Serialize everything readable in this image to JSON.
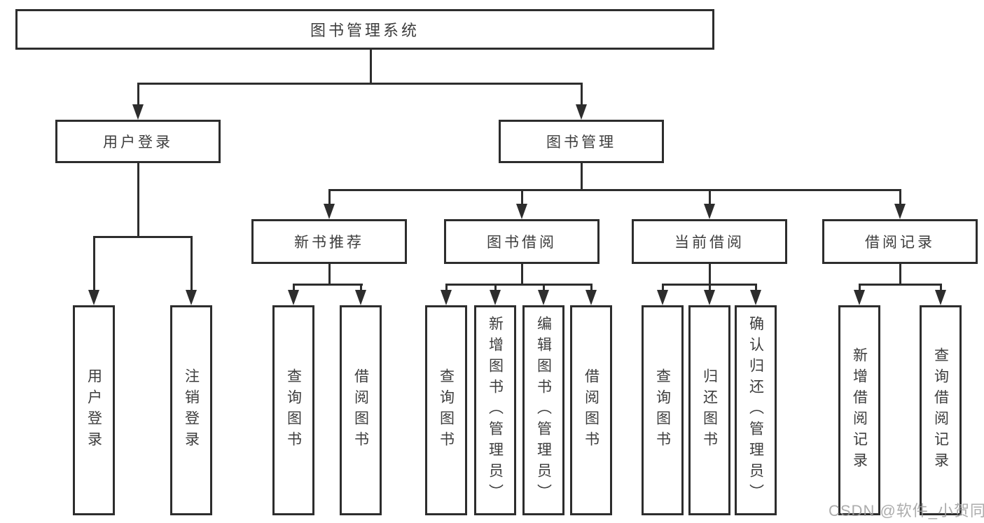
{
  "diagram": {
    "root": "图书管理系统",
    "user_login_branch": {
      "label": "用户登录",
      "children": [
        "用户登录",
        "注销登录"
      ]
    },
    "book_mgmt_branch": {
      "label": "图书管理",
      "sections": [
        {
          "label": "新书推荐",
          "children": [
            "查询图书",
            "借阅图书"
          ]
        },
        {
          "label": "图书借阅",
          "children": [
            "查询图书",
            "新增图书（管理员）",
            "编辑图书（管理员）",
            "借阅图书"
          ]
        },
        {
          "label": "当前借阅",
          "children": [
            "查询图书",
            "归还图书",
            "确认归还（管理员）"
          ]
        },
        {
          "label": "借阅记录",
          "children": [
            "新增借阅记录",
            "查询借阅记录"
          ]
        }
      ]
    },
    "colors": {
      "line": "#2d2d2d",
      "text": "#3d3d3d",
      "watermark": "#9e9e9e"
    }
  },
  "watermark": "CSDN @软件_小贺同学"
}
